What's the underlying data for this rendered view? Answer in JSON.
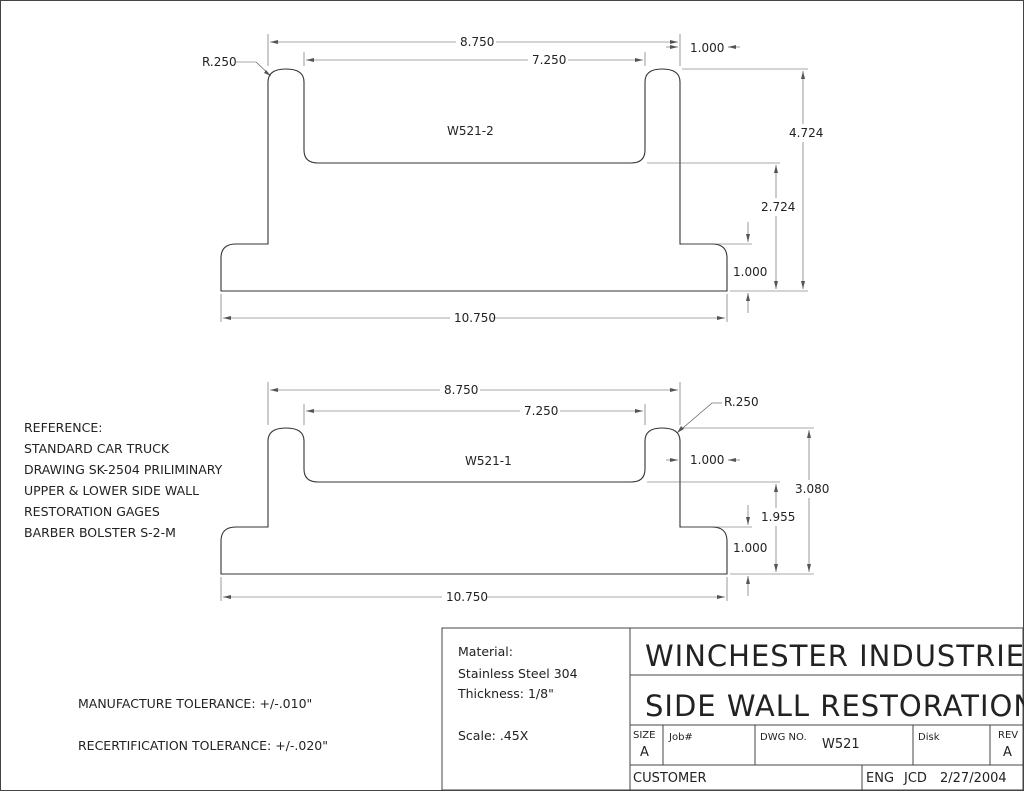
{
  "upper_part": {
    "label": "W521-2",
    "dims": {
      "overall_top": "8.750",
      "inner_top": "7.250",
      "right_arm": "1.000",
      "radius": "R.250",
      "height_total": "4.724",
      "height_slot": "2.724",
      "base_height": "1.000",
      "base_width": "10.750"
    }
  },
  "lower_part": {
    "label": "W521-1",
    "dims": {
      "overall_top": "8.750",
      "inner_top": "7.250",
      "right_arm": "1.000",
      "radius": "R.250",
      "height_total": "3.080",
      "height_slot": "1.955",
      "base_height": "1.000",
      "base_width": "10.750"
    }
  },
  "reference_notes": [
    "REFERENCE:",
    "STANDARD CAR TRUCK",
    "DRAWING SK-2504 PRILIMINARY",
    "UPPER & LOWER SIDE WALL",
    "RESTORATION GAGES",
    "BARBER BOLSTER S-2-M"
  ],
  "tolerances": {
    "manufacture": "MANUFACTURE TOLERANCE: +/-.010\"",
    "recertification": "RECERTIFICATION TOLERANCE: +/-.020\""
  },
  "title_block": {
    "material_label": "Material:",
    "material_value": "Stainless Steel 304",
    "thickness": "Thickness: 1/8\"",
    "scale": "Scale: .45X",
    "company": "WINCHESTER INDUSTRIES INC.",
    "title": "SIDE WALL RESTORATION GAGE",
    "size_label": "SIZE",
    "size_value": "A",
    "job_label": "Job#",
    "dwg_label": "DWG NO.",
    "dwg_value": "W521",
    "disk_label": "Disk",
    "rev_label": "REV",
    "rev_value": "A",
    "customer_label": "CUSTOMER",
    "eng_label": "ENG",
    "eng_value": "JCD",
    "date": "2/27/2004"
  }
}
